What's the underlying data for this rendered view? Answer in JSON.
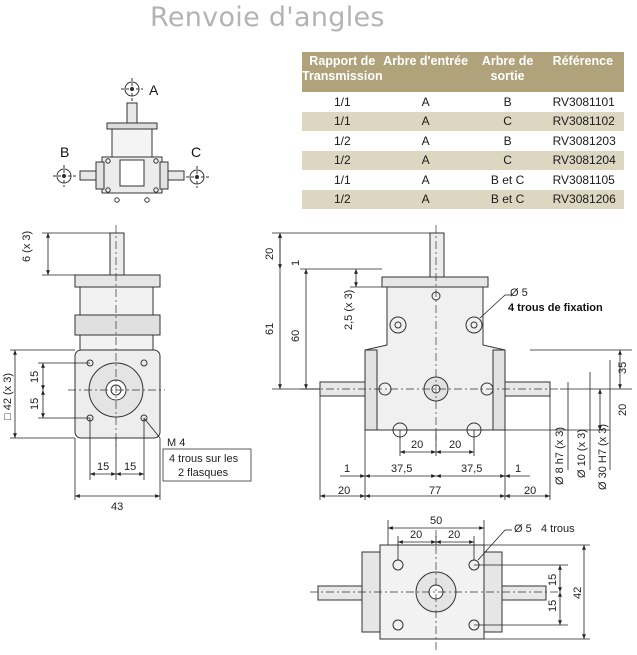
{
  "title": "Renvoie d'angles",
  "table": {
    "headers": [
      "Rapport de Transmission",
      "Arbre d'entrée",
      "Arbre de sortie",
      "Référence"
    ],
    "rows": [
      [
        "1/1",
        "A",
        "B",
        "RV3081101"
      ],
      [
        "1/1",
        "A",
        "C",
        "RV3081102"
      ],
      [
        "1/2",
        "A",
        "B",
        "RV3081203"
      ],
      [
        "1/2",
        "A",
        "C",
        "RV3081204"
      ],
      [
        "1/1",
        "A",
        "B et C",
        "RV3081105"
      ],
      [
        "1/2",
        "A",
        "B et C",
        "RV3081206"
      ]
    ]
  },
  "shaft_labels": {
    "a": "A",
    "b": "B",
    "c": "C"
  },
  "dims": {
    "six_x3": "6 (x 3)",
    "fifteen": "15",
    "sq42_x3": "□ 42 (x 3)",
    "m4": "M 4",
    "note_m4_line1": "4 trous sur les",
    "note_m4_line2": "2 flasques",
    "forty_three": "43",
    "twenty": "20",
    "one": "1",
    "sixty_one": "61",
    "sixty": "60",
    "two5_x3": "2,5 (x 3)",
    "dia5": "Ø 5",
    "fixation": "4 trous de fixation",
    "thirty_five": "35",
    "thirty_seven_5": "37,5",
    "seventy_seven": "77",
    "dia8": "Ø 8 h7 (x 3)",
    "dia10": "Ø 10 (x 3)",
    "dia30": "Ø 30 H7 (x 3)",
    "fifty": "50",
    "four_trous": "4 trous",
    "forty_two": "42"
  }
}
